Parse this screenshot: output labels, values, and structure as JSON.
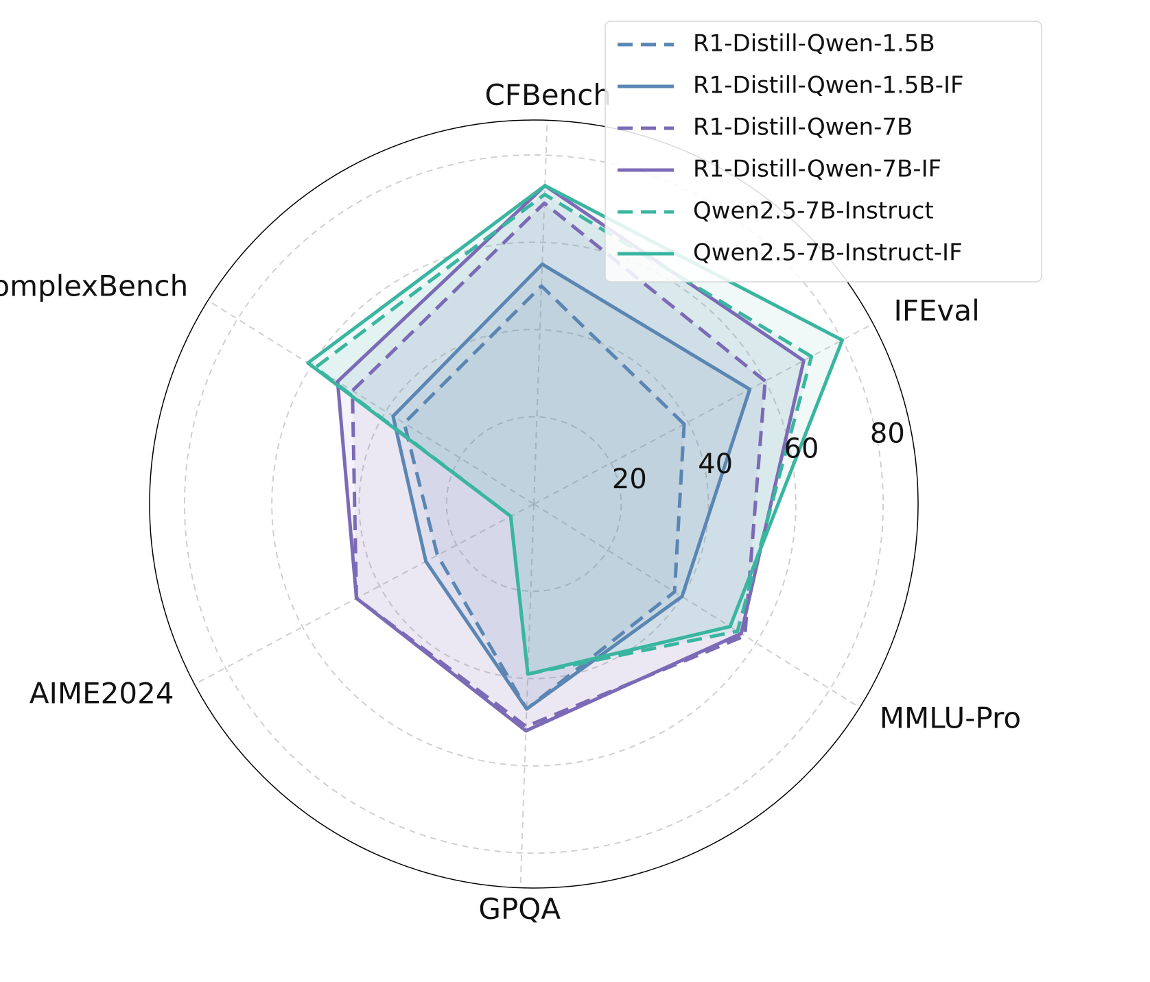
{
  "chart_data": {
    "type": "radar",
    "categories": [
      "IFEval",
      "CFBench",
      "ComplexBench",
      "AIME2024",
      "GPQA",
      "MMLU-Pro"
    ],
    "rlim": [
      0,
      88
    ],
    "rticks": [
      20,
      40,
      60,
      80
    ],
    "series": [
      {
        "name": "R1-Distill-Qwen-1.5B",
        "values": [
          39,
          50,
          35,
          25,
          47,
          38
        ],
        "color": "#5b86b3",
        "style": "dashed"
      },
      {
        "name": "R1-Distill-Qwen-1.5B-IF",
        "values": [
          56,
          55,
          38,
          28,
          47,
          40
        ],
        "color": "#5b86b3",
        "style": "solid"
      },
      {
        "name": "R1-Distill-Qwen-7B",
        "values": [
          60,
          69,
          49,
          46,
          51,
          57
        ],
        "color": "#7b6ab5",
        "style": "dashed"
      },
      {
        "name": "R1-Distill-Qwen-7B-IF",
        "values": [
          70,
          73,
          53,
          46,
          52,
          56
        ],
        "color": "#7b6ab5",
        "style": "solid"
      },
      {
        "name": "Qwen2.5-7B-Instruct",
        "values": [
          72,
          71,
          59,
          6,
          39,
          55
        ],
        "color": "#3ab5a0",
        "style": "dashed"
      },
      {
        "name": "Qwen2.5-7B-Instruct-IF",
        "values": [
          80,
          73,
          61,
          6,
          39,
          53
        ],
        "color": "#3ab5a0",
        "style": "solid"
      }
    ],
    "legend_position": "top-right",
    "grid": true
  }
}
